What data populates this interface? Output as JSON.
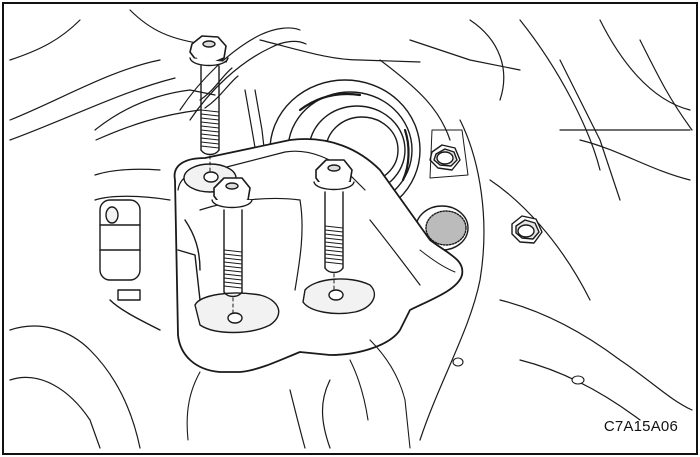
{
  "figure": {
    "code": "C7A15A06"
  },
  "colors": {
    "line": "#1a1a1a",
    "background": "#ffffff",
    "frame": "#111111",
    "light_fill": "#f2f2f2",
    "mid_fill": "#dcdcdc",
    "dark_fill": "#444444"
  },
  "parts": {
    "bolts": [
      "long-bolt-rear",
      "long-bolt-right",
      "long-bolt-front"
    ],
    "mount_bracket": "engine-mount-bracket",
    "nuts": [
      "hex-nut-upper",
      "hex-nut-lower"
    ]
  }
}
